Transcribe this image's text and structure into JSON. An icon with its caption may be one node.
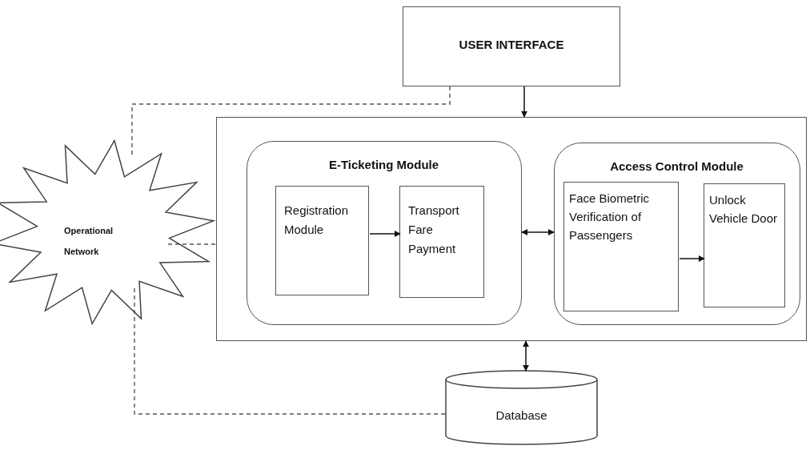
{
  "diagram": {
    "nodes": [
      {
        "text": [
          "USER INTERFACE"
        ]
      },
      {
        "text": [
          "Operational Network"
        ]
      },
      {
        "text": [],
        "shape": "box"
      },
      {
        "text": [
          "E-Ticketing Module"
        ],
        "in": 2
      },
      {
        "text": [
          "Registration Module"
        ],
        "in": 3
      },
      {
        "text": [
          "Transport Fare Payment"
        ],
        "in": 3
      },
      {
        "text": [
          "Access Control Module"
        ],
        "in": 2
      },
      {
        "text": [
          "Face Biometric Verification of Passengers"
        ],
        "in": 6
      },
      {
        "text": [
          "Unlock Vehicle Door"
        ],
        "in": 6
      },
      {
        "text": [
          "Database"
        ]
      }
    ],
    "edges": [
      {
        "from": 0,
        "to": 2,
        "arrow": "to"
      },
      {
        "from": 0,
        "to": 1,
        "arrow": "none",
        "style": "dashed"
      },
      {
        "from": 1,
        "to": 2,
        "arrow": "none",
        "style": "dashed"
      },
      {
        "from": 4,
        "to": 5,
        "arrow": "to"
      },
      {
        "from": 3,
        "to": 6,
        "arrow": "both"
      },
      {
        "from": 7,
        "to": 8,
        "arrow": "to"
      },
      {
        "from": 2,
        "to": 9,
        "arrow": "both"
      },
      {
        "from": 1,
        "to": 9,
        "arrow": "none",
        "style": "dashed"
      }
    ]
  }
}
